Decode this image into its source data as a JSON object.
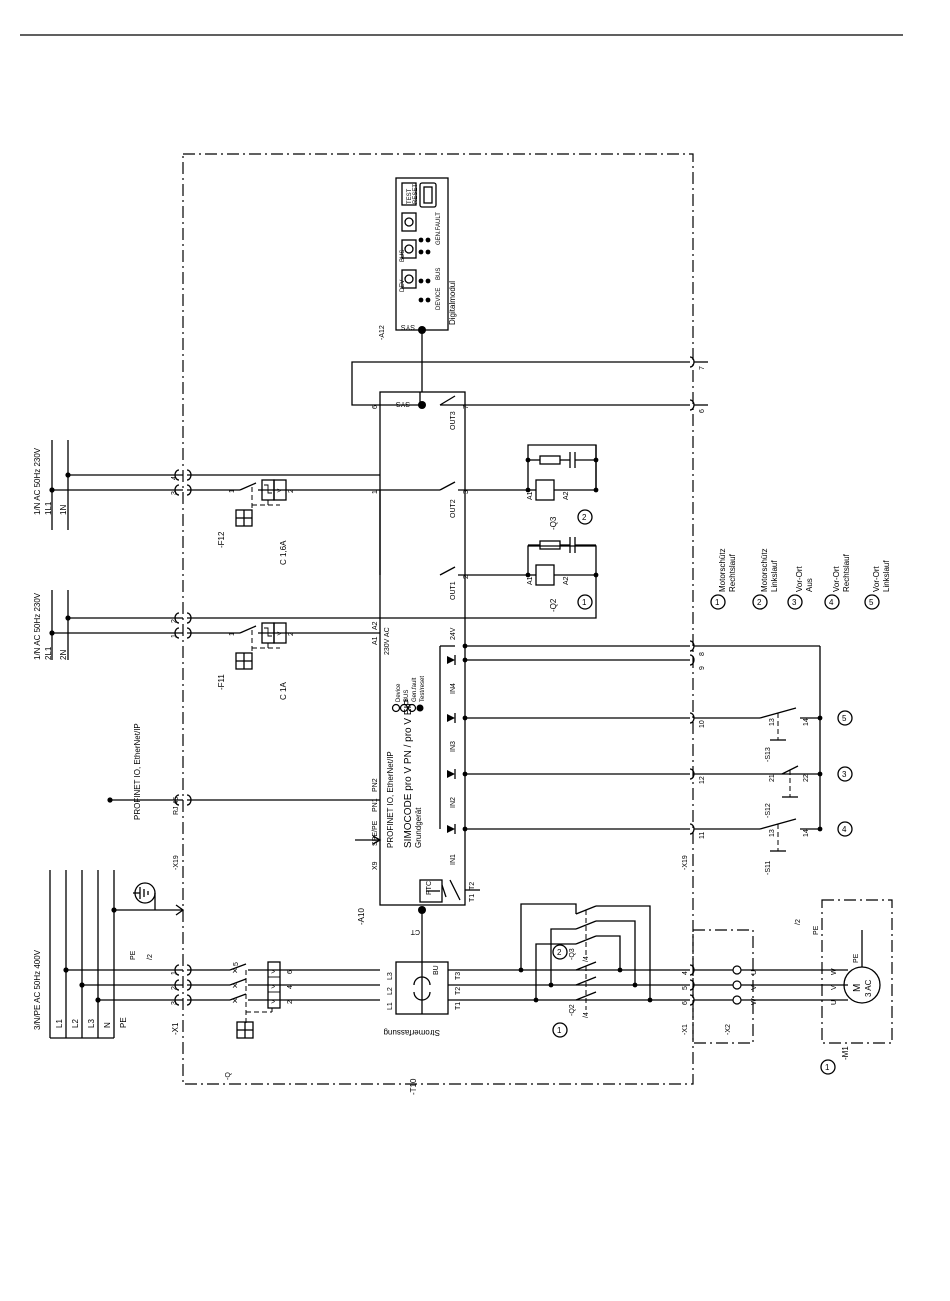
{
  "supplies": {
    "main": {
      "title": "3/N/PE AC 50Hz 400V",
      "lines": [
        "L1",
        "L2",
        "L3",
        "N",
        "PE"
      ]
    },
    "s1": {
      "title": "1/N AC 50Hz 230V",
      "l": "1L1",
      "n": "1N"
    },
    "s2": {
      "title": "1/N AC 50Hz 230V",
      "l": "2L1",
      "n": "2N"
    }
  },
  "x1": {
    "tag": "-X1",
    "left": [
      "1",
      "2",
      "3",
      "4"
    ],
    "right_top": "4",
    "right_mid": "5",
    "right_bot": "6"
  },
  "x19": {
    "tag": "-X19",
    "pins": [
      "6",
      "8",
      "9",
      "10",
      "11",
      "12"
    ]
  },
  "rj45": {
    "label": "RJ 45",
    "protocol": "PROFINET IO, EtherNet/IP"
  },
  "pe_ref": {
    "pe": "PE",
    "page": "/2"
  },
  "q": {
    "tag": "-Q",
    "t": [
      "1",
      "3",
      "5"
    ],
    "b": [
      "2",
      "4",
      "6"
    ]
  },
  "t10": {
    "tag": "-T10",
    "name": "Stromerfassung",
    "bu": "BU",
    "ins": [
      "L1",
      "L2",
      "L3"
    ],
    "outs": [
      "T1",
      "T2",
      "T3"
    ]
  },
  "f11": {
    "tag": "-F11",
    "rating": "C 1A",
    "a": "1",
    "b": "2"
  },
  "f12": {
    "tag": "-F12",
    "rating": "C 1,6A",
    "a": "1",
    "b": "2"
  },
  "a10": {
    "tag": "-A10",
    "name": "SIMOCODE pro V PN / pro V EIP",
    "sub": "Grundgerät",
    "proto": "PROFINET IO, EtherNet/IP",
    "supply": "230V AC",
    "ct": "CT",
    "ptc": "PTC",
    "t1": "T1",
    "t2": "T2",
    "x9": "X9",
    "spe": "SPE/PE",
    "pn1": "PN1",
    "pn2": "PN2",
    "a1": "A1",
    "a2": "A2",
    "sys": "SYS",
    "out1": "OUT1",
    "out2": "OUT2",
    "out3": "OUT3",
    "in1": "IN1",
    "in2": "IN2",
    "in3": "IN3",
    "in4": "IN4",
    "v24": "24V",
    "leds": [
      "Device",
      "BUS",
      "Gen.fault",
      "Test/reset"
    ],
    "n1": "1",
    "n2": "2",
    "n3": "3",
    "n6": "6",
    "n7": "7"
  },
  "a12": {
    "tag": "-A12",
    "name": "Digitalmodul",
    "sys": "SYS",
    "test": "TEST",
    "reset": "RESET",
    "genfault": "GEN.FAULT",
    "bus": "BUS",
    "device": "DEVICE",
    "dev": "DEV",
    "bus2": "BUS"
  },
  "q2": {
    "tag": "-Q2",
    "ref": "/4",
    "coil_a1": "A1",
    "coil_a2": "A2",
    "pins_t": [
      "1",
      "3",
      "5"
    ],
    "pins_b": [
      "2",
      "4",
      "6"
    ],
    "num": "1"
  },
  "q3": {
    "tag": "-Q3",
    "ref": "/4",
    "coil_a1": "A1",
    "coil_a2": "A2",
    "pins_t": [
      "1",
      "3",
      "5"
    ],
    "pins_b": [
      "2",
      "4",
      "6"
    ],
    "num": "2"
  },
  "s11": {
    "tag": "-S11",
    "a": "13",
    "b": "14",
    "num": "4"
  },
  "s12": {
    "tag": "-S12",
    "a": "21",
    "b": "22",
    "num": "3"
  },
  "s13": {
    "tag": "-S13",
    "a": "13",
    "b": "14",
    "num": "5"
  },
  "x2": {
    "tag": "-X2",
    "pins": [
      "U",
      "V",
      "W"
    ]
  },
  "m1": {
    "tag": "-M1",
    "m": "M",
    "ac": "3 AC",
    "pe": "PE",
    "u": "U",
    "v": "V",
    "w": "W",
    "page": "/2",
    "pe2": "PE",
    "num": "1"
  },
  "legend": [
    {
      "n": "1",
      "a": "Motorschütz",
      "b": "Rechtslauf"
    },
    {
      "n": "2",
      "a": "Motorschütz",
      "b": "Linkslauf"
    },
    {
      "n": "3",
      "a": "Vor-Ort",
      "b": "Aus"
    },
    {
      "n": "4",
      "a": "Vor-Ort",
      "b": "Rechtslauf"
    },
    {
      "n": "5",
      "a": "Vor-Ort",
      "b": "Linkslauf"
    }
  ]
}
